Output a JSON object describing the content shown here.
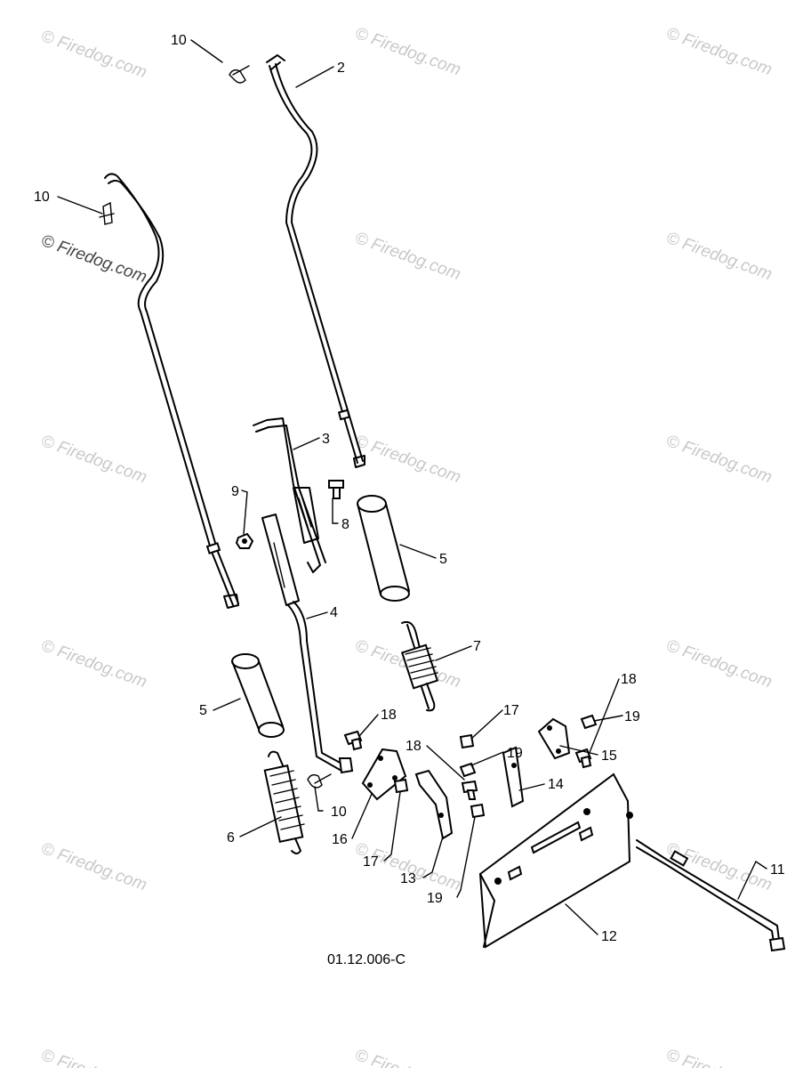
{
  "diagram_code": "01.12.006-C",
  "watermark": "© Firedog.com",
  "callouts": {
    "c2": "2",
    "c3": "3",
    "c4": "4",
    "c5a": "5",
    "c5b": "5",
    "c6": "6",
    "c7": "7",
    "c8": "8",
    "c9": "9",
    "c10a": "10",
    "c10b": "10",
    "c10c": "10",
    "c11": "11",
    "c12": "12",
    "c13": "13",
    "c14": "14",
    "c15": "15",
    "c16": "16",
    "c17a": "17",
    "c17b": "17",
    "c18a": "18",
    "c18b": "18",
    "c18c": "18",
    "c19a": "19",
    "c19b": "19",
    "c19c": "19"
  }
}
